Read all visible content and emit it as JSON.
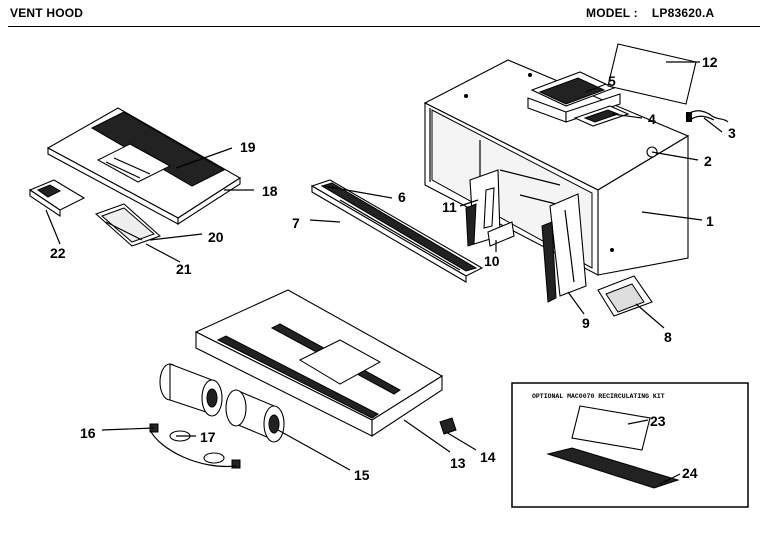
{
  "header": {
    "title": "VENT HOOD",
    "model_label": "MODEL :",
    "model_number": "LP83620.A"
  },
  "kit_box": {
    "title": "OPTIONAL MAC0070 RECIRCULATING KIT"
  },
  "part_numbers": [
    "1",
    "2",
    "3",
    "4",
    "5",
    "6",
    "7",
    "8",
    "9",
    "10",
    "11",
    "12",
    "13",
    "14",
    "15",
    "16",
    "17",
    "18",
    "19",
    "20",
    "21",
    "22",
    "23",
    "24"
  ]
}
